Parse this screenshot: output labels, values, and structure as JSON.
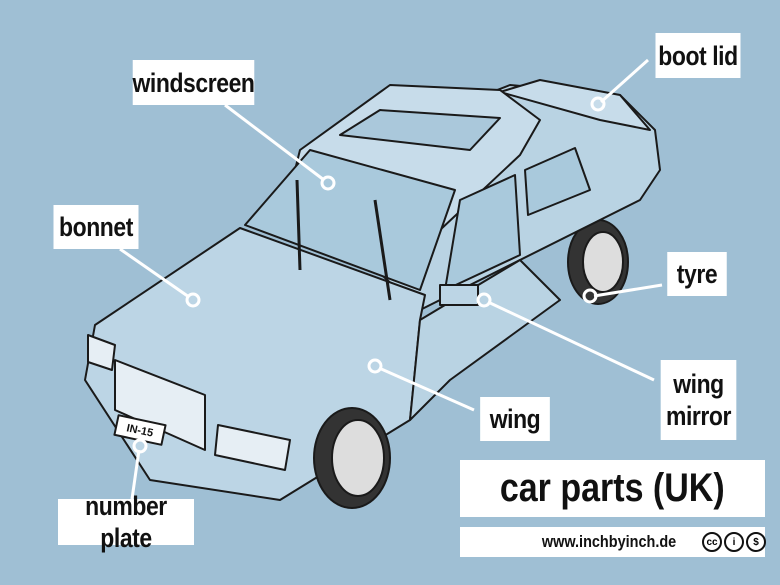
{
  "labels": {
    "windscreen": "windscreen",
    "boot_lid": "boot lid",
    "bonnet": "bonnet",
    "tyre": "tyre",
    "wing_mirror": "wing mirror",
    "wing": "wing",
    "number_plate": "number plate"
  },
  "title": "car parts (UK)",
  "url": "www.inchbyinch.de",
  "license_icons": [
    "cc-icon",
    "by-icon",
    "nc-icon"
  ],
  "license_text": {
    "cc": "cc",
    "by": "i",
    "nc": "$"
  },
  "plate_text": "IN-15",
  "colors": {
    "background": "#9fbfd4",
    "car": "#b9d3e3",
    "outline": "#1a1a1a"
  }
}
